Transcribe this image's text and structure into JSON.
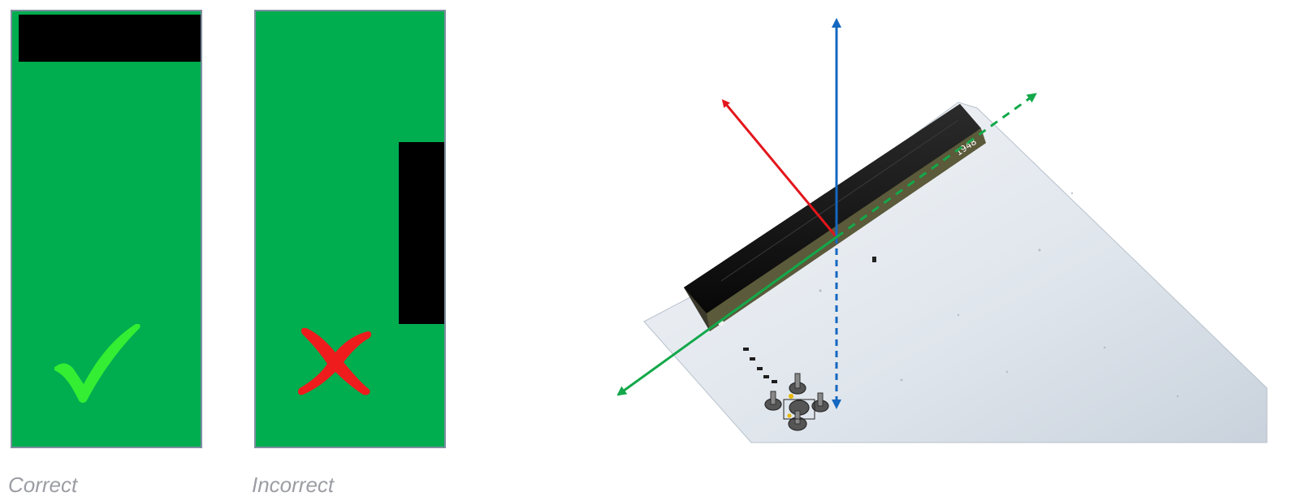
{
  "colors": {
    "board_green": "#00ad4f",
    "panel_border": "#7d8ea0",
    "connector_black": "#000000",
    "check_green": "#33ee33",
    "cross_red": "#ee1c1c",
    "caption_gray": "#9b9da3",
    "axis_red": "#e3161c",
    "axis_blue": "#1467c0",
    "axis_green": "#13a84a",
    "pcb_surface": "#e4e9f0"
  },
  "panels": [
    {
      "caption": "Correct",
      "connector_orientation": "horizontal-top",
      "verdict_icon": "check-mark-icon"
    },
    {
      "caption": "Incorrect",
      "connector_orientation": "vertical-right",
      "verdict_icon": "cross-mark-icon"
    }
  ],
  "render": {
    "connector_label": "1948",
    "axes": [
      "red-axis-arrow",
      "blue-axis-arrow-vertical",
      "green-axis-arrow-diagonal"
    ]
  }
}
